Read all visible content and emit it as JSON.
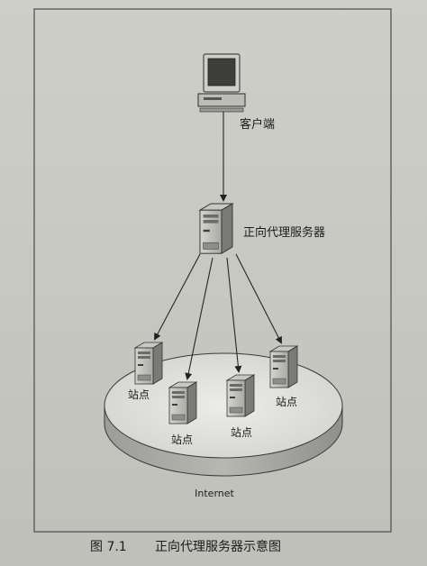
{
  "diagram": {
    "client_label": "客户端",
    "proxy_label": "正向代理服务器",
    "sites": [
      {
        "label": "站点"
      },
      {
        "label": "站点"
      },
      {
        "label": "站点"
      },
      {
        "label": "站点"
      }
    ],
    "network_label": "Internet"
  },
  "caption": {
    "figure_number": "图 7.1",
    "title": "正向代理服务器示意图"
  },
  "icons": {
    "client": "desktop-computer-icon",
    "proxy": "server-tower-icon",
    "site": "server-tower-icon"
  },
  "colors": {
    "page": "#c9c9c3",
    "frame": "#4a4a4a",
    "line": "#2a2a2a",
    "platform_top": "#e3e3de",
    "platform_side": "#aeaeaa"
  }
}
